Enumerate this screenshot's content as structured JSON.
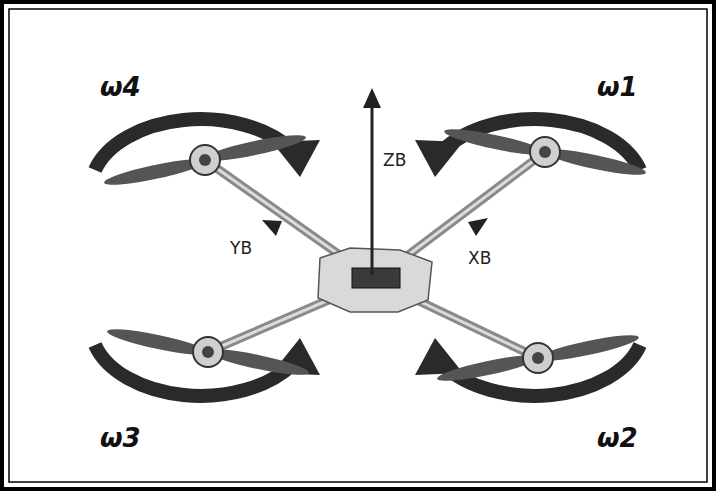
{
  "diagram": {
    "labels": [
      "ω4",
      "ω1",
      "ZB",
      "YB",
      "XB",
      "ω3",
      "ω2"
    ]
  }
}
